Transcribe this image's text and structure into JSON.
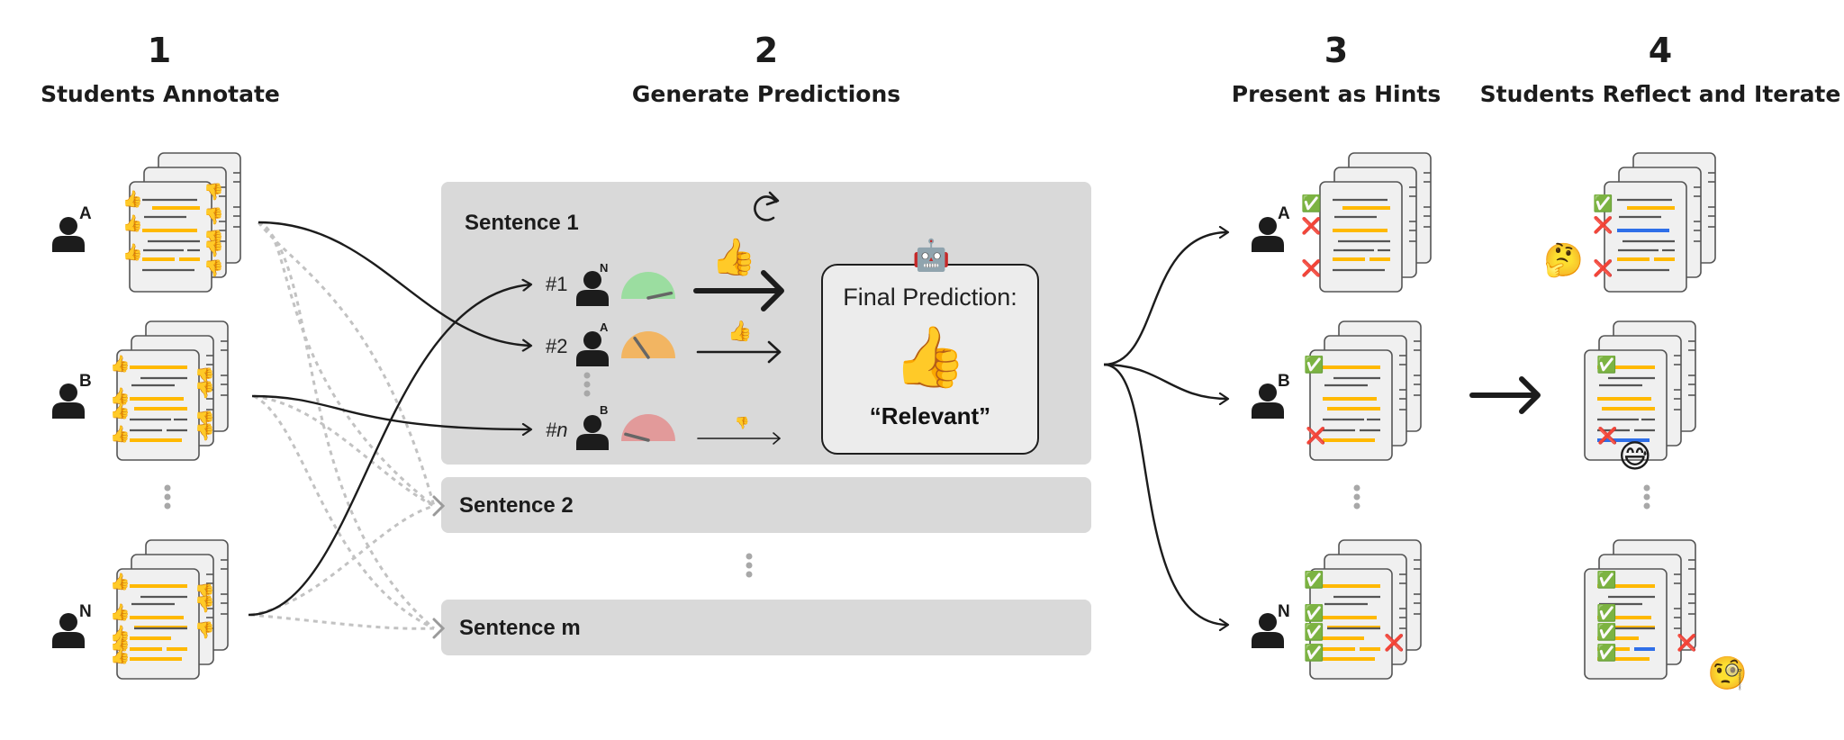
{
  "steps": [
    {
      "number": "1",
      "title": "Students Annotate"
    },
    {
      "number": "2",
      "title": "Generate Predictions"
    },
    {
      "number": "3",
      "title": "Present as Hints"
    },
    {
      "number": "4",
      "title": "Students Reflect and Iterate"
    }
  ],
  "students": [
    {
      "id": "A"
    },
    {
      "id": "B"
    },
    {
      "id": "N"
    }
  ],
  "sentences": [
    {
      "label": "Sentence 1"
    },
    {
      "label": "Sentence 2"
    },
    {
      "label": "Sentence m"
    }
  ],
  "sentence1": {
    "refresh_icon": "refresh-icon",
    "ranking": [
      {
        "rank": "#1",
        "student": "N",
        "gauge": "high",
        "gauge_color": "#9bdda0",
        "vote": "thumbs-up",
        "vote_glyph": "👍",
        "weight": "strong"
      },
      {
        "rank": "#2",
        "student": "A",
        "gauge": "medium",
        "gauge_color": "#f2b562",
        "vote": "thumbs-up",
        "vote_glyph": "👍",
        "weight": "medium"
      },
      {
        "rank": "#n",
        "student": "B",
        "gauge": "low",
        "gauge_color": "#e29a9a",
        "vote": "thumbs-down",
        "vote_glyph": "👎",
        "weight": "weak"
      }
    ],
    "final_prediction": {
      "title": "Final Prediction:",
      "glyph": "👍",
      "label": "“Relevant”",
      "model_icon": "🤖"
    }
  },
  "glyphs": {
    "thumbs_up": "👍",
    "thumbs_down": "👎",
    "check": "✅",
    "cross": "❌",
    "thinking": "🤔",
    "sweat_smile": "😅",
    "monocle": "🧐",
    "robot": "🤖"
  },
  "colors": {
    "highlight": "#ffb900",
    "revised_highlight": "#2f6fe8",
    "panel": "#d9d9d9",
    "ink": "#1c1c1c"
  }
}
